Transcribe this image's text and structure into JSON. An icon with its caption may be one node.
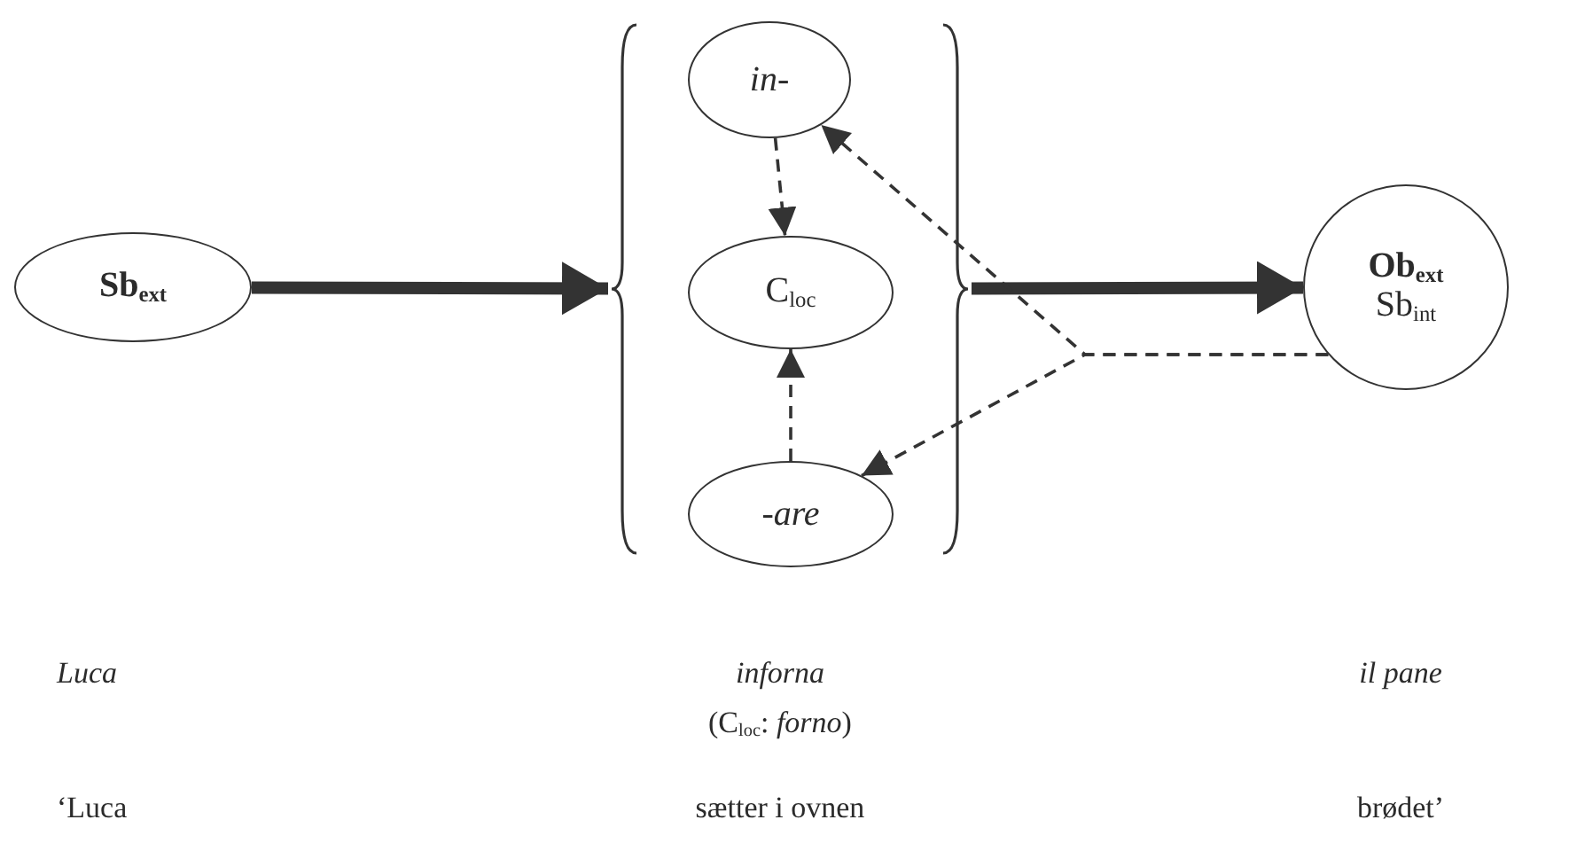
{
  "diagram": {
    "nodes": [
      {
        "text": [
          "Sb$_{ext}$"
        ]
      },
      {
        "text": [],
        "shape": "brace"
      },
      {
        "text": [
          "in-"
        ],
        "in": 1
      },
      {
        "text": [
          "C$_{loc}$"
        ],
        "in": 1
      },
      {
        "text": [
          "-are"
        ],
        "in": 1
      },
      {
        "text": [
          "Ob$_{ext}$",
          "Sb$_{int}$"
        ]
      }
    ],
    "edges": [
      {
        "from": 0,
        "to": 1,
        "arrow": "to",
        "style": "thick"
      },
      {
        "from": 1,
        "to": 5,
        "arrow": "to",
        "style": "thick"
      },
      {
        "from": 2,
        "to": 3,
        "arrow": "to",
        "style": "dashed"
      },
      {
        "from": 4,
        "to": 3,
        "arrow": "to",
        "style": "dashed"
      },
      {
        "from": 5,
        "to": 2,
        "arrow": "to",
        "style": "dashed"
      },
      {
        "from": 5,
        "to": 4,
        "arrow": "to",
        "style": "dashed"
      }
    ],
    "labels": [
      "Luca",
      "inforna",
      "(C$_{loc}$: *forno*)",
      "il pane",
      "‘Luca",
      "sætter i ovnen",
      "brødet’"
    ]
  }
}
